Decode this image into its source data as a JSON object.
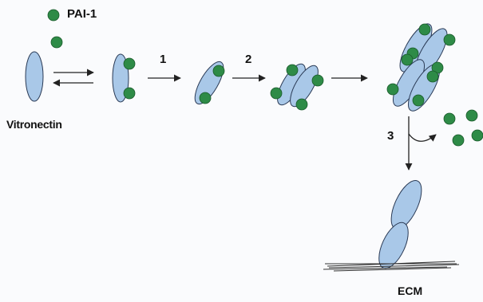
{
  "legend": {
    "label": "PAI-1",
    "color": "#2e8b47"
  },
  "labels": {
    "vitronectin": "Vitronectin",
    "ecm": "ECM"
  },
  "steps": [
    "1",
    "2",
    "3"
  ],
  "colors": {
    "vitronectin_fill": "#a9c8e8",
    "vitronectin_stroke": "#2a3a55",
    "pai1_fill": "#2e8b47",
    "pai1_stroke": "#1a5a2c",
    "arrow": "#222222"
  }
}
